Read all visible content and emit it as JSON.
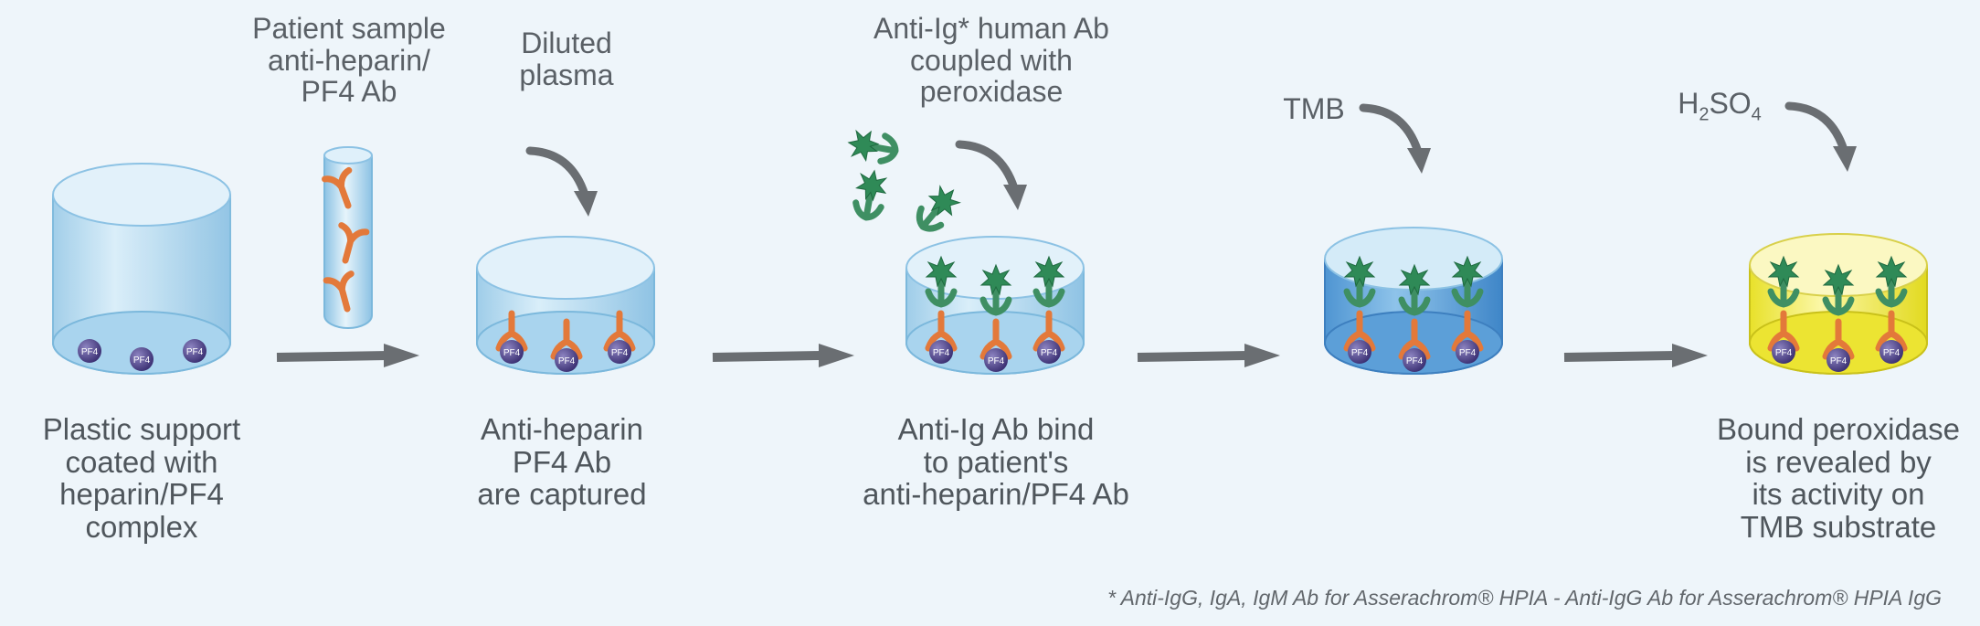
{
  "labels": {
    "patient_sample": "Patient sample\nanti-heparin/\nPF4 Ab",
    "diluted_plasma": "Diluted\nplasma",
    "anti_ig_coupled": "Anti-Ig* human Ab\ncoupled with\nperoxidase",
    "tmb": "TMB",
    "h2so4_base": "H",
    "h2so4_sub2": "2",
    "h2so4_mid": "SO",
    "h2so4_sub4": "4"
  },
  "steps": [
    {
      "caption": "Plastic support\ncoated with\nheparin/PF4\ncomplex"
    },
    {
      "caption": "Anti-heparin\nPF4 Ab\nare captured"
    },
    {
      "caption": "Anti-Ig Ab bind\nto patient's\nanti-heparin/PF4 Ab"
    },
    {
      "caption": "Bound peroxidase\nis revealed by\nits activity on\nTMB substrate"
    }
  ],
  "bead_label": "PF4",
  "footnote": "* Anti-IgG, IgA, IgM Ab for Asserachrom® HPIA - Anti-IgG Ab for Asserachrom® HPIA IgG",
  "colors": {
    "background": "#eef5fa",
    "well_blue": "#bfe0f3",
    "well_edge": "#7bb8dc",
    "antibody_orange": "#e3793a",
    "antibody_green": "#3f8f63",
    "bead_purple": "#4a3f86",
    "arrow_gray": "#6a6e72",
    "yellow_substrate": "#f3ec3a",
    "deep_blue_substrate": "#5ea0d6"
  }
}
